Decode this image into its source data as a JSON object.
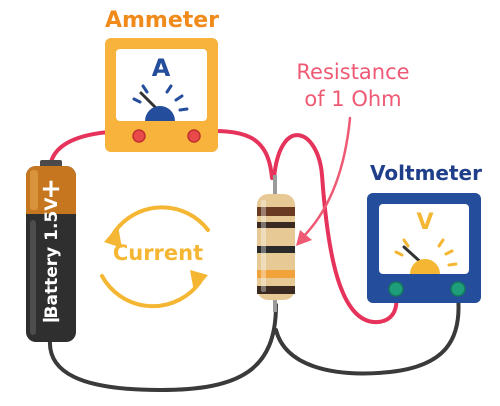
{
  "labels": {
    "ammeter": "Ammeter",
    "voltmeter": "Voltmeter",
    "resistance_line1": "Resistance",
    "resistance_line2": "of 1 Ohm",
    "current": "Current",
    "battery": "Battery 1.5V",
    "ammeter_letter": "A",
    "voltmeter_letter": "V",
    "battery_plus": "+",
    "battery_minus": "−"
  },
  "colors": {
    "ammeter_body": "#f7b33c",
    "voltmeter_body": "#244d9b",
    "wire_red": "#e6335b",
    "wire_black": "#3a3a3a",
    "current_orange": "#f5b733",
    "label_orange": "#f08a1a",
    "label_blue": "#1f3f8a",
    "label_pink": "#ee5a74",
    "terminal_green": "#1e9e7a",
    "terminal_red": "#e84a4a"
  },
  "icons": [
    "battery-icon",
    "resistor-icon",
    "ammeter-icon",
    "voltmeter-icon",
    "current-arrow-icon"
  ]
}
